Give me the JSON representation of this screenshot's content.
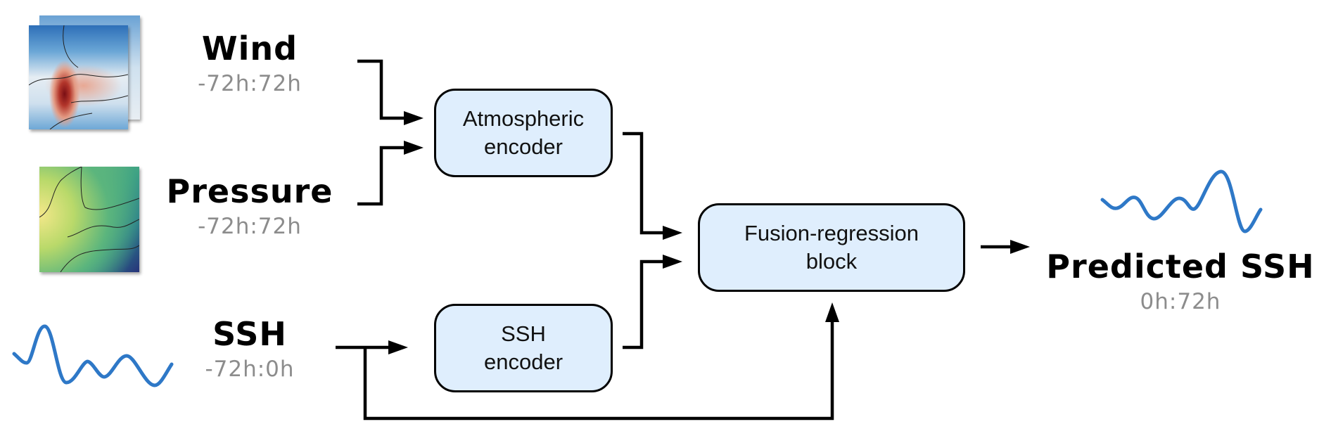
{
  "inputs": {
    "wind": {
      "title": "Wind",
      "range": "-72h:72h",
      "icon": "wind-field-map"
    },
    "pressure": {
      "title": "Pressure",
      "range": "-72h:72h",
      "icon": "pressure-field-map"
    },
    "ssh": {
      "title": "SSH",
      "range": "-72h:0h",
      "icon": "ssh-time-series"
    }
  },
  "blocks": {
    "atmospheric_encoder": {
      "line1": "Atmospheric",
      "line2": "encoder"
    },
    "ssh_encoder": {
      "line1": "SSH",
      "line2": "encoder"
    },
    "fusion": {
      "line1": "Fusion-regression",
      "line2": "block"
    }
  },
  "output": {
    "title": "Predicted SSH",
    "range": "0h:72h",
    "icon": "predicted-ssh-time-series"
  },
  "colors": {
    "block_fill": "#dfeefd",
    "series_line": "#2e78c7",
    "subtitle": "#8c8c8c"
  }
}
